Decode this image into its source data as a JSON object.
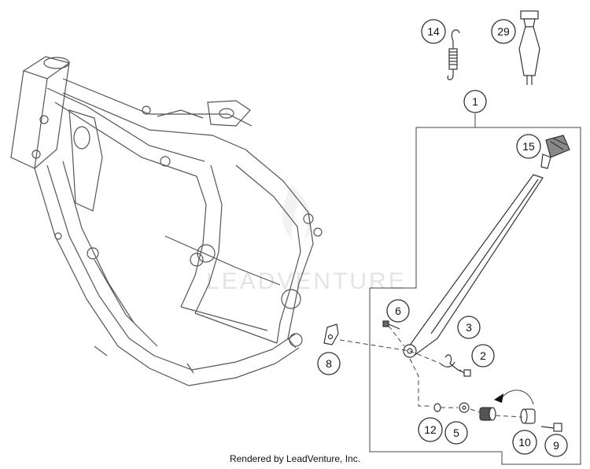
{
  "watermark": "LEADVENTURE",
  "footer": "Rendered by LeadVenture, Inc.",
  "callouts": {
    "c1": "1",
    "c2": "2",
    "c3": "3",
    "c5": "5",
    "c6": "6",
    "c8": "8",
    "c9": "9",
    "c10": "10",
    "c12": "12",
    "c14": "14",
    "c15": "15",
    "c29": "29"
  }
}
